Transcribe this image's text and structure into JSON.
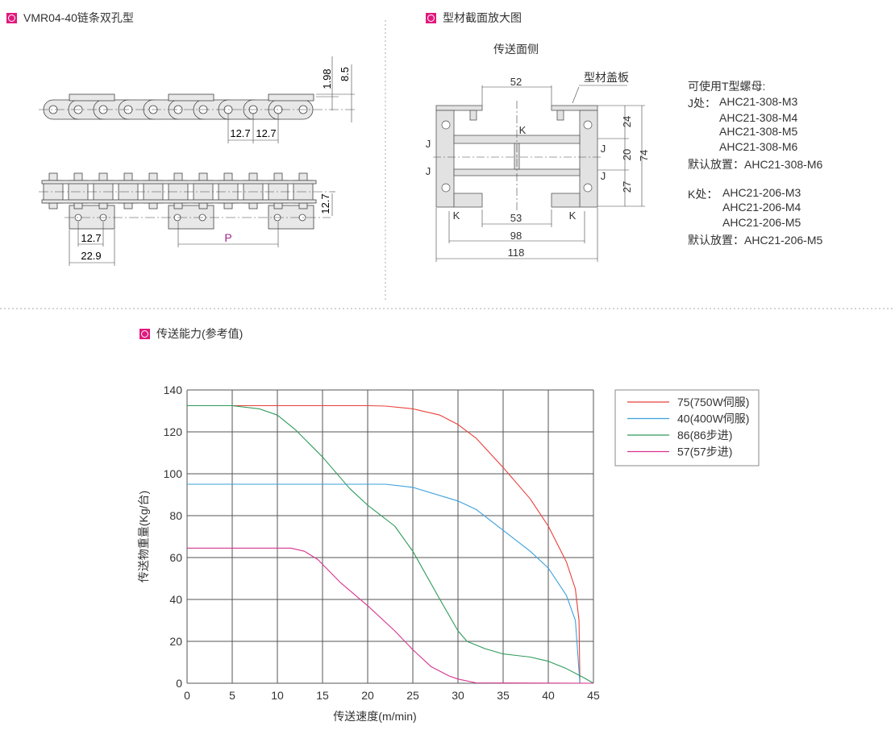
{
  "sections": {
    "chain": "VMR04-40链条双孔型",
    "profile": "型材截面放大图",
    "capacity": "传送能力(参考值)"
  },
  "chain_dims": {
    "d1": "1.98",
    "d2": "8.5",
    "p1": "12.7",
    "p2": "12.7",
    "h": "12.7",
    "w1": "12.7",
    "w2": "22.9",
    "pitch": "P"
  },
  "profile": {
    "side_label": "传送面侧",
    "cover_label": "型材盖板",
    "d52": "52",
    "d53": "53",
    "d98": "98",
    "d118": "118",
    "d24": "24",
    "d20": "20",
    "d27": "27",
    "d74": "74",
    "J": "J",
    "K": "K"
  },
  "nuts": {
    "title": "可使用T型螺母:",
    "j_prefix": "J处：",
    "j_items": [
      "AHC21-308-M3",
      "AHC21-308-M4",
      "AHC21-308-M5",
      "AHC21-308-M6"
    ],
    "j_default": "默认放置：AHC21-308-M6",
    "k_prefix": "K处：",
    "k_items": [
      "AHC21-206-M3",
      "AHC21-206-M4",
      "AHC21-206-M5"
    ],
    "k_default": "默认放置：AHC21-206-M5"
  },
  "chart_data": {
    "type": "line",
    "xlabel": "传送速度(m/min)",
    "ylabel": "传送物重量(Kg/台)",
    "xlim": [
      0,
      45
    ],
    "ylim": [
      0,
      140
    ],
    "xticks": [
      0,
      5,
      10,
      15,
      20,
      25,
      30,
      35,
      40,
      45
    ],
    "yticks": [
      0,
      20,
      40,
      60,
      80,
      100,
      120,
      140
    ],
    "grid": true,
    "legend": "top-right-outside",
    "series": [
      {
        "name": "75(750W伺服)",
        "color": "#e8403a",
        "x": [
          0,
          20,
          22,
          25,
          28,
          30,
          32,
          35,
          38,
          40,
          42,
          43,
          43.4,
          43.5
        ],
        "y": [
          132.5,
          132.5,
          132.3,
          131,
          128,
          123.5,
          117,
          103,
          88,
          75,
          58,
          45,
          30,
          0
        ]
      },
      {
        "name": "40(400W伺服)",
        "color": "#3aa0dc",
        "x": [
          0,
          22,
          25,
          30,
          32,
          35,
          38,
          40,
          42,
          43,
          43.5
        ],
        "y": [
          95,
          95,
          93.5,
          87,
          83,
          73,
          63,
          55,
          42,
          30,
          0
        ]
      },
      {
        "name": "86(86步进)",
        "color": "#2e9a5a",
        "x": [
          0,
          5,
          8,
          10,
          12,
          15,
          18,
          20,
          23,
          25,
          28,
          30,
          31,
          33,
          35,
          38,
          40,
          42,
          44,
          45
        ],
        "y": [
          132.5,
          132.5,
          131,
          128,
          121,
          108,
          93,
          85,
          75,
          63,
          40,
          25,
          20,
          16.5,
          14,
          12.5,
          10.5,
          7,
          2.5,
          0
        ]
      },
      {
        "name": "57(57步进)",
        "color": "#d8338f",
        "x": [
          0,
          11.5,
          13,
          14.5,
          17,
          20,
          23,
          25,
          27,
          29,
          30,
          32,
          45
        ],
        "y": [
          64.5,
          64.5,
          63,
          59,
          48,
          37,
          25,
          16,
          8,
          3.5,
          2,
          0.2,
          0
        ]
      }
    ]
  }
}
